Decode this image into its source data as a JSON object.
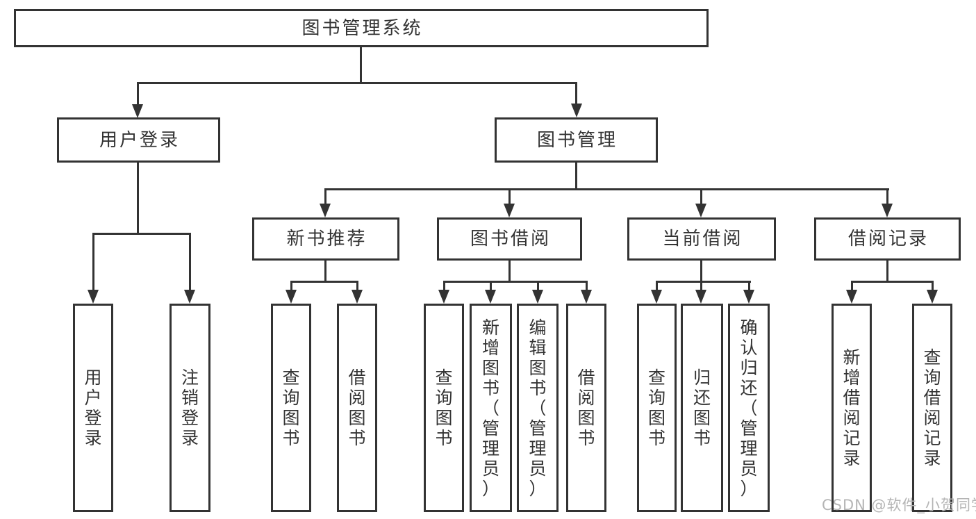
{
  "diagram": {
    "root": {
      "label": "图书管理系统"
    },
    "level2": {
      "user_login": {
        "label": "用户登录"
      },
      "book_management": {
        "label": "图书管理"
      }
    },
    "level3": {
      "new_book_recommend": {
        "label": "新书推荐"
      },
      "book_borrow": {
        "label": "图书借阅"
      },
      "current_borrow": {
        "label": "当前借阅"
      },
      "borrow_records": {
        "label": "借阅记录"
      }
    },
    "leaves": {
      "user_login_login": {
        "label": "用户登录"
      },
      "user_login_logout": {
        "label": "注销登录"
      },
      "new_book_query": {
        "label": "查询图书"
      },
      "new_book_borrow": {
        "label": "借阅图书"
      },
      "borrow_query": {
        "label": "查询图书"
      },
      "borrow_add": {
        "label": "新增图书（管理员）"
      },
      "borrow_edit": {
        "label": "编辑图书（管理员）"
      },
      "borrow_lend": {
        "label": "借阅图书"
      },
      "current_query": {
        "label": "查询图书"
      },
      "current_return": {
        "label": "归还图书"
      },
      "current_confirm": {
        "label": "确认归还（管理员）"
      },
      "records_add": {
        "label": "新增借阅记录"
      },
      "records_query": {
        "label": "查询借阅记录"
      }
    }
  },
  "watermark": {
    "text": "CSDN @软件_小贺同学"
  },
  "colors": {
    "line": "#333333",
    "box_border": "#333333",
    "text": "#333333",
    "watermark": "#b5b5b5",
    "background": "#ffffff"
  }
}
